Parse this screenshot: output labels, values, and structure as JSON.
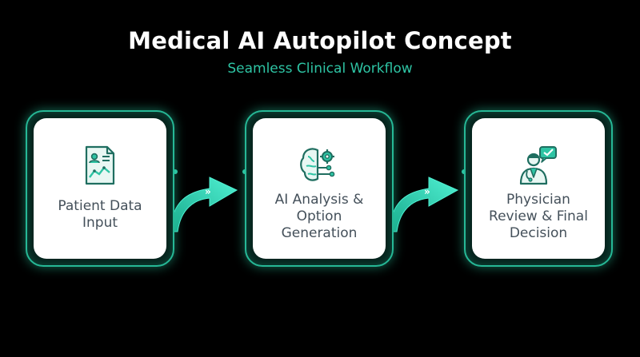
{
  "header": {
    "title": "Medical AI Autopilot Concept",
    "subtitle": "Seamless Clinical Workflow"
  },
  "steps": [
    {
      "label_line1": "Patient Data",
      "label_line2": "Input",
      "label_line3": "",
      "icon": "patient-record-icon"
    },
    {
      "label_line1": "AI Analysis &",
      "label_line2": "Option",
      "label_line3": "Generation",
      "icon": "ai-brain-gear-icon"
    },
    {
      "label_line1": "Physician",
      "label_line2": "Review & Final",
      "label_line3": "Decision",
      "icon": "physician-icon"
    }
  ],
  "colors": {
    "accent": "#2ec4a4",
    "arrow": "#3ee0c2",
    "background": "#000000",
    "card": "#ffffff",
    "text": "#44505a"
  }
}
